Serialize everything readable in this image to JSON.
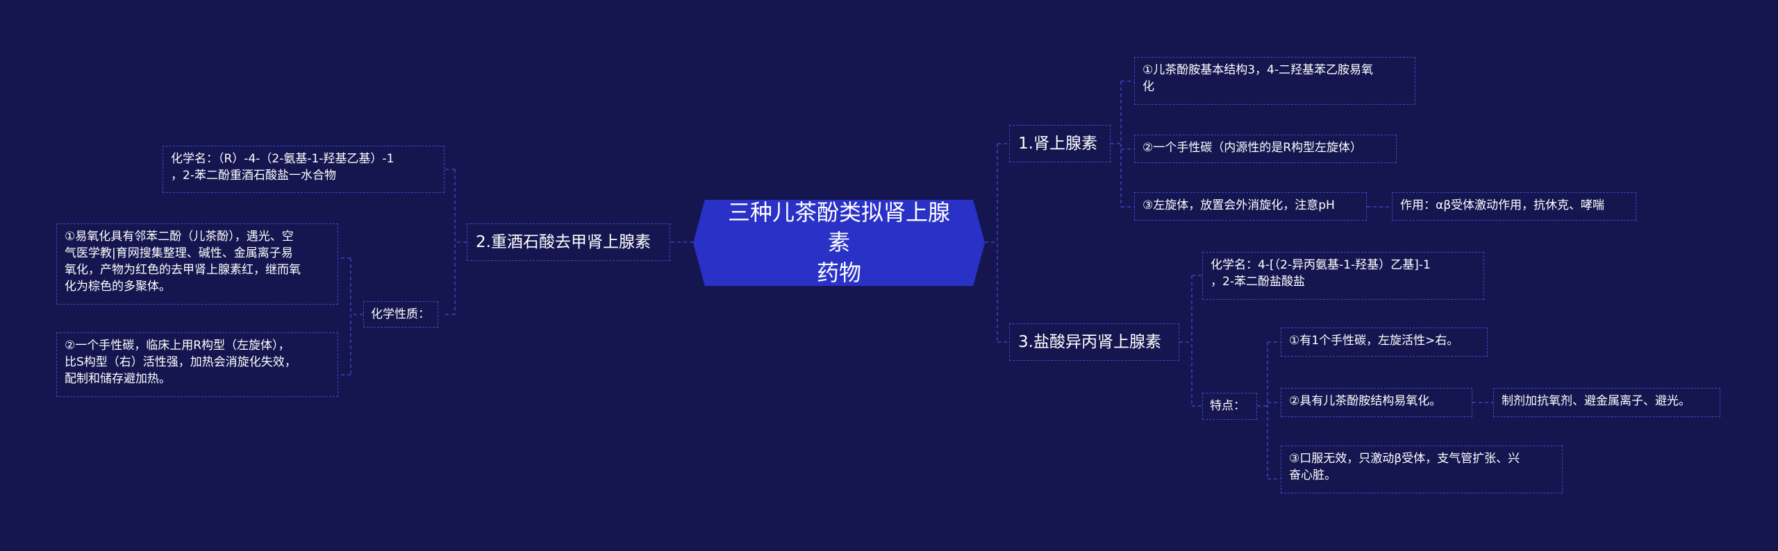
{
  "root": {
    "title": "三种儿茶酚类拟肾上腺素\n药物"
  },
  "branches": {
    "epinephrine": {
      "label": "1.肾上腺素",
      "items": [
        "①儿茶酚胺基本结构3，4-二羟基苯乙胺易氧\n化",
        "②一个手性碳（内源性的是R构型左旋体）",
        "③左旋体，放置会外消旋化，注意pH"
      ],
      "effect": "作用：αβ受体激动作用，抗休克、哮喘"
    },
    "norepinephrine": {
      "label": "2.重酒石酸去甲肾上腺素",
      "chemical_name": "化学名：（R）-4-（2-氨基-1-羟基乙基）-1\n，2-苯二酚重酒石酸盐一水合物",
      "property_label": "化学性质：",
      "properties": [
        "①易氧化具有邻苯二酚（儿茶酚），遇光、空\n气医学教|育网搜集整理、碱性、金属离子易\n氧化，产物为红色的去甲肾上腺素红，继而氧\n化为棕色的多聚体。",
        "②一个手性碳，临床上用R构型（左旋体），\n比S构型（右）活性强，加热会消旋化失效，\n配制和储存避加热。"
      ]
    },
    "isoprenaline": {
      "label": "3.盐酸异丙肾上腺素",
      "chemical_name": "化学名：4-[（2-异丙氨基-1-羟基）乙基]-1\n，2-苯二酚盐酸盐",
      "feature_label": "特点：",
      "features": [
        "①有1个手性碳，左旋活性>右。",
        "②具有儿茶酚胺结构易氧化。",
        "③口服无效，只激动β受体，支气管扩张、兴\n奋心脏。"
      ],
      "storage": "制剂加抗氧剂、避金属离子、避光。"
    }
  },
  "colors": {
    "background": "#15164f",
    "root_fill": "#2a31c7",
    "border": "#3d48c9",
    "line": "#3a44c0",
    "text": "#ffffff"
  }
}
